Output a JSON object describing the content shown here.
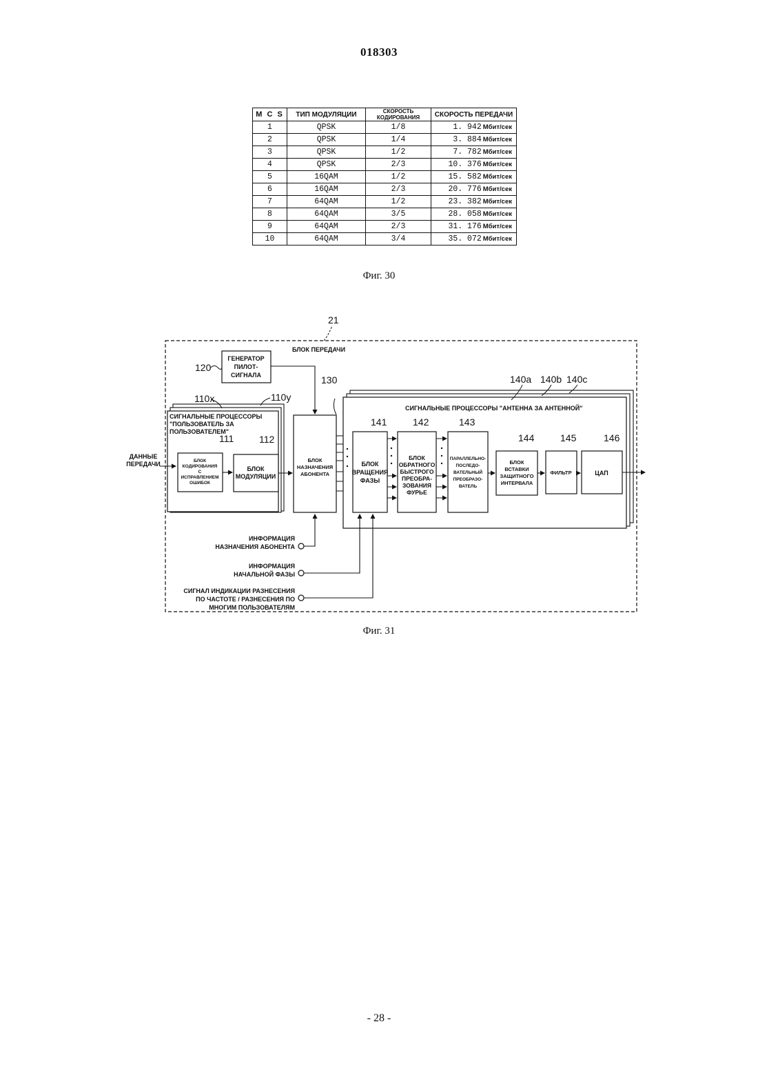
{
  "header": {
    "doc_number": "018303"
  },
  "table": {
    "headers": [
      "M C S",
      "ТИП МОДУЛЯЦИИ",
      "СКОРОСТЬ КОДИРОВАНИЯ",
      "СКОРОСТЬ ПЕРЕДАЧИ"
    ],
    "unit": "Мбит/сек",
    "rows": [
      {
        "mcs": "1",
        "mod": "QPSK",
        "rate": "1/8",
        "speed": "1. 942"
      },
      {
        "mcs": "2",
        "mod": "QPSK",
        "rate": "1/4",
        "speed": "3. 884"
      },
      {
        "mcs": "3",
        "mod": "QPSK",
        "rate": "1/2",
        "speed": "7. 782"
      },
      {
        "mcs": "4",
        "mod": "QPSK",
        "rate": "2/3",
        "speed": "10. 376"
      },
      {
        "mcs": "5",
        "mod": "16QAM",
        "rate": "1/2",
        "speed": "15. 582"
      },
      {
        "mcs": "6",
        "mod": "16QAM",
        "rate": "2/3",
        "speed": "20. 776"
      },
      {
        "mcs": "7",
        "mod": "64QAM",
        "rate": "1/2",
        "speed": "23. 382"
      },
      {
        "mcs": "8",
        "mod": "64QAM",
        "rate": "3/5",
        "speed": "28. 058"
      },
      {
        "mcs": "9",
        "mod": "64QAM",
        "rate": "2/3",
        "speed": "31. 176"
      },
      {
        "mcs": "10",
        "mod": "64QAM",
        "rate": "3/4",
        "speed": "35. 072"
      }
    ]
  },
  "fig30_caption": "Фиг. 30",
  "diagram": {
    "ref_21": "21",
    "tx_block": "БЛОК ПЕРЕДАЧИ",
    "pilot_gen": {
      "ref": "120",
      "line1": "ГЕНЕРАТОР",
      "line2": "ПИЛОТ-",
      "line3": "СИГНАЛА"
    },
    "ref_130": "130",
    "user_proc": {
      "ref_x": "110x",
      "ref_y": "110y",
      "line1": "СИГНАЛЬНЫЕ ПРОЦЕССОРЫ",
      "line2": "\"ПОЛЬЗОВАТЕЛЬ ЗА",
      "line3": "ПОЛЬЗОВАТЕЛЕМ\""
    },
    "input_label": {
      "line1": "ДАННЫЕ",
      "line2": "ПЕРЕДАЧИ"
    },
    "coder": {
      "ref": "111",
      "line1": "БЛОК",
      "line2": "КОДИРОВАНИЯ",
      "line3": "С",
      "line4": "ИСПРАВЛЕНИЕМ",
      "line5": "ОШИБОК"
    },
    "modulator": {
      "ref": "112",
      "line1": "БЛОК",
      "line2": "МОДУЛЯЦИИ"
    },
    "assign": {
      "line1": "БЛОК",
      "line2": "НАЗНАЧЕНИЯ",
      "line3": "АБОНЕНТА"
    },
    "ant_proc": {
      "ref_a": "140a",
      "ref_b": "140b",
      "ref_c": "140c",
      "title": "СИГНАЛЬНЫЕ ПРОЦЕССОРЫ \"АНТЕННА ЗА АНТЕННОЙ\""
    },
    "phase_rot": {
      "ref": "141",
      "line1": "БЛОК",
      "line2": "ВРАЩЕНИЯ",
      "line3": "ФАЗЫ"
    },
    "ifft": {
      "ref": "142",
      "line1": "БЛОК",
      "line2": "ОБРАТНОГО",
      "line3": "БЫСТРОГО",
      "line4": "ПРЕОБРА-",
      "line5": "ЗОВАНИЯ",
      "line6": "ФУРЬЕ"
    },
    "ps_conv": {
      "ref": "143",
      "line1": "ПАРАЛЛЕЛЬНО-",
      "line2": "ПОСЛЕДО-",
      "line3": "ВАТЕЛЬНЫЙ",
      "line4": "ПРЕОБРАЗО-",
      "line5": "ВАТЕЛЬ"
    },
    "guard": {
      "ref": "144",
      "line1": "БЛОК",
      "line2": "ВСТАВКИ",
      "line3": "ЗАЩИТНОГО",
      "line4": "ИНТЕРВАЛА"
    },
    "filter": {
      "ref": "145",
      "label": "ФИЛЬТР"
    },
    "dac": {
      "ref": "146",
      "label": "ЦАП"
    },
    "info_assign": {
      "line1": "ИНФОРМАЦИЯ",
      "line2": "НАЗНАЧЕНИЯ АБОНЕНТА"
    },
    "info_phase": {
      "line1": "ИНФОРМАЦИЯ",
      "line2": "НАЧАЛЬНОЙ ФАЗЫ"
    },
    "diversity": {
      "line1": "СИГНАЛ ИНДИКАЦИИ РАЗНЕСЕНИЯ",
      "line2": "ПО ЧАСТОТЕ / РАЗНЕСЕНИЯ ПО",
      "line3": "МНОГИМ ПОЛЬЗОВАТЕЛЯМ"
    }
  },
  "fig31_caption": "Фиг. 31",
  "footer": {
    "page": "- 28 -"
  }
}
